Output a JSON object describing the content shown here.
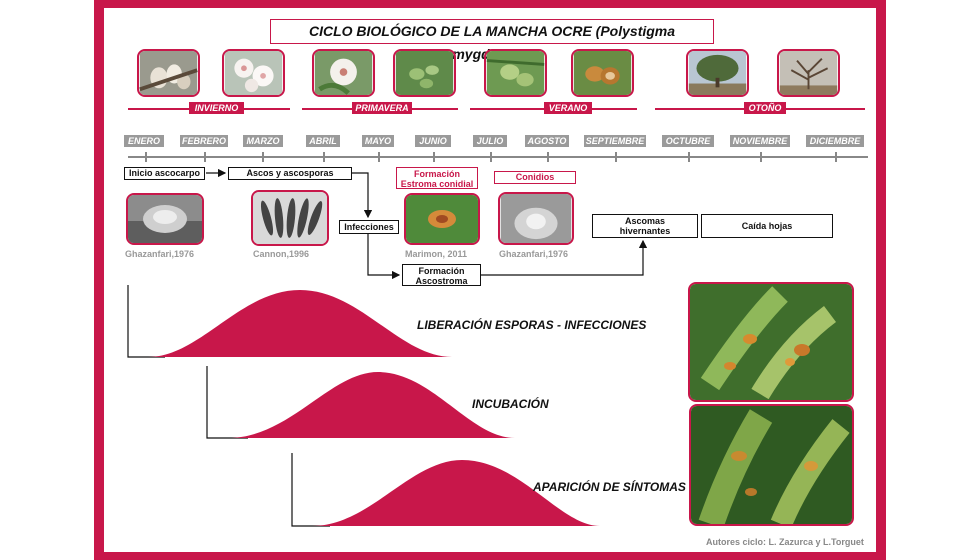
{
  "title": "CICLO BIOLÓGICO DE LA MANCHA OCRE (Polystigma amygdalinum)",
  "seasons": [
    "INVIERNO",
    "PRIMAVERA",
    "VERANO",
    "OTOÑO"
  ],
  "months": [
    "ENERO",
    "FEBRERO",
    "MARZO",
    "ABRIL",
    "MAYO",
    "JUNIO",
    "JULIO",
    "AGOSTO",
    "SEPTIEMBRE",
    "OCTUBRE",
    "NOVIEMBRE",
    "DICIEMBRE"
  ],
  "stages": {
    "inicio": "Inicio ascocarpo",
    "ascos": "Ascos y ascosporas",
    "infecciones": "Infecciones",
    "estroma": "Formación Estroma conidial",
    "conidios": "Conidios",
    "ascostroma": "Formación Ascostroma",
    "ascomas": "Ascomas hivernantes",
    "caida": "Caída hojas"
  },
  "credits": {
    "ghazanfari1": "Ghazanfari,1976",
    "cannon": "Cannon,1996",
    "marimon": "Marimon, 2011",
    "ghazanfari2": "Ghazanfari,1976"
  },
  "curves": [
    "LIBERACIÓN ESPORAS - INFECCIONES",
    "INCUBACIÓN",
    "APARICIÓN DE SÍNTOMAS"
  ],
  "authors": "Autores ciclo: L. Zazurca y L.Torguet",
  "colors": {
    "accent": "#c8174a",
    "month_tag": "#9a9a9a",
    "axis": "#888888"
  }
}
